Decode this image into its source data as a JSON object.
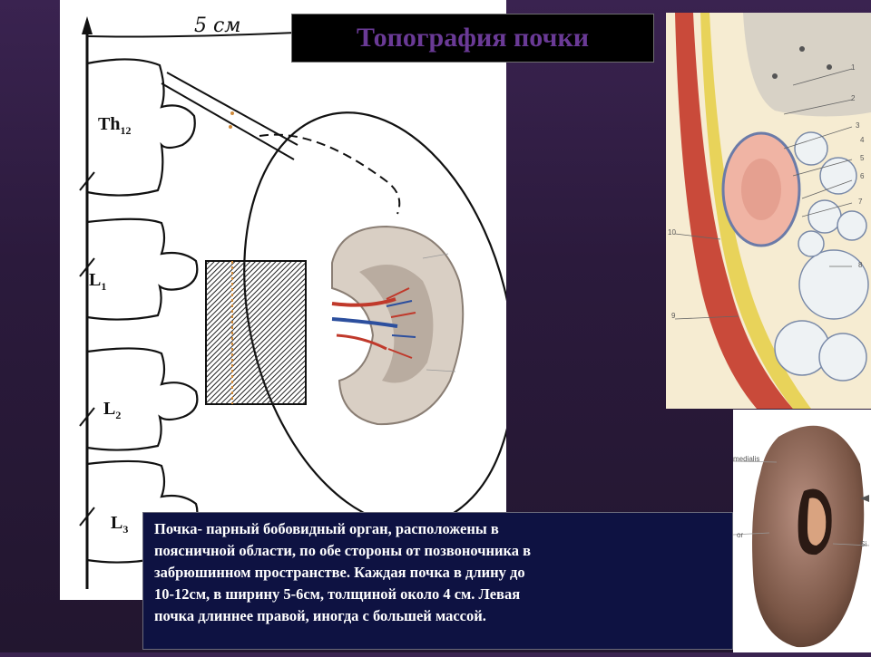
{
  "slide": {
    "title": "Топография почки",
    "scale_label": "5 см",
    "vertebrae": {
      "th12": {
        "base": "Th",
        "sub": "12"
      },
      "l1": {
        "base": "L",
        "sub": "1"
      },
      "l2": {
        "base": "L",
        "sub": "2"
      },
      "l3": {
        "base": "L",
        "sub": "3"
      }
    },
    "caption_lines": [
      "Почка- парный бобовидный орган,  расположены в",
      "поясничной области,  по обе стороны от позвоночника  в",
      "забрюшинном пространстве.  Каждая почка в длину до",
      "10-12см,  в ширину 5-6см, толщиной около 4 см.  Левая",
      "почка длиннее правой, иногда с большей массой."
    ],
    "section_labels": [
      "1",
      "2",
      "3",
      "4",
      "5",
      "6",
      "7",
      "8",
      "9",
      "10"
    ],
    "specimen_labels": [
      "medialis",
      "or",
      "Si"
    ]
  },
  "colors": {
    "background": "#2b1a3c",
    "title_text": "#6a3a96",
    "caption_bg": "#0e1242",
    "caption_text": "#ffffff"
  }
}
